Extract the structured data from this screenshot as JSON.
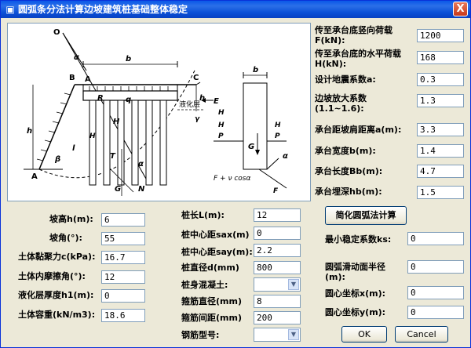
{
  "window": {
    "title": "圆弧条分法计算边坡建筑桩基础整体稳定",
    "close_glyph": "X"
  },
  "diagram": {
    "labels": {
      "O": "O",
      "alpha_i": "α",
      "B": "B",
      "b": "b",
      "A_top": "A",
      "C": "C",
      "R": "R",
      "q": "q",
      "liquefied": "液化层",
      "Ei": "E",
      "h1": "h",
      "gamma_h1": "γ",
      "h": "h",
      "l": "l",
      "beta": "β",
      "A_bottom": "A",
      "H": "H",
      "Hsei_left": "H",
      "Ti": "T",
      "Gi": "G",
      "Ni": "N",
      "alpha_i2": "α",
      "bi": "b",
      "Hsei_eq": "H",
      "H_i1": "H",
      "P_i1": "P",
      "H_i": "H",
      "P_i": "P",
      "Gi_r": "G",
      "alpha_r": "α",
      "Fsi": "F",
      "formula": "F + ν cosα"
    }
  },
  "right_fields": [
    {
      "label": "传至承台底竖向荷载F(kN):",
      "value": "1200"
    },
    {
      "label": "传至承台底的水平荷载H(kN):",
      "value": "168"
    },
    {
      "label": "设计地震系数a:",
      "value": "0.3"
    },
    {
      "label": "边坡放大系数(1.1~1.6):",
      "value": "1.3"
    },
    {
      "label": "承台距坡肩距离a(m):",
      "value": "3.3"
    },
    {
      "label": "承台宽度b(m):",
      "value": "1.4"
    },
    {
      "label": "承台长度Bb(m):",
      "value": "4.7"
    },
    {
      "label": "承台埋深hb(m):",
      "value": "1.5"
    }
  ],
  "left_fields": [
    {
      "label": "坡高h(m):",
      "value": "6"
    },
    {
      "label": "坡角(°):",
      "value": "55"
    },
    {
      "label": "土体黏聚力c(kPa):",
      "value": "16.7"
    },
    {
      "label": "土体内摩擦角(°):",
      "value": "12"
    },
    {
      "label": "液化层厚度h1(m):",
      "value": "0"
    },
    {
      "label": "土体容重(kN/m3):",
      "value": "18.6"
    }
  ],
  "mid_fields": [
    {
      "label": "桩长L(m):",
      "value": "12"
    },
    {
      "label": "桩中心距sax(m)",
      "value": "0"
    },
    {
      "label": "桩中心距say(m):",
      "value": "2.2"
    },
    {
      "label": "桩直径d(mm)",
      "value": "800"
    },
    {
      "label": "桩身混凝土:",
      "value": ""
    },
    {
      "label": "箍筋直径(mm)",
      "value": "8"
    },
    {
      "label": "箍筋间距(mm)",
      "value": "200"
    },
    {
      "label": "钢筋型号:",
      "value": ""
    }
  ],
  "calc_button": "简化圆弧法计算",
  "results": [
    {
      "label": "最小稳定系数ks:",
      "value": "0"
    },
    {
      "label": "圆弧滑动面半径(m):",
      "value": "0"
    },
    {
      "label": "圆心坐标x(m):",
      "value": "0"
    },
    {
      "label": "圆心坐标y(m):",
      "value": "0"
    }
  ],
  "buttons": {
    "ok": "OK",
    "cancel": "Cancel"
  }
}
